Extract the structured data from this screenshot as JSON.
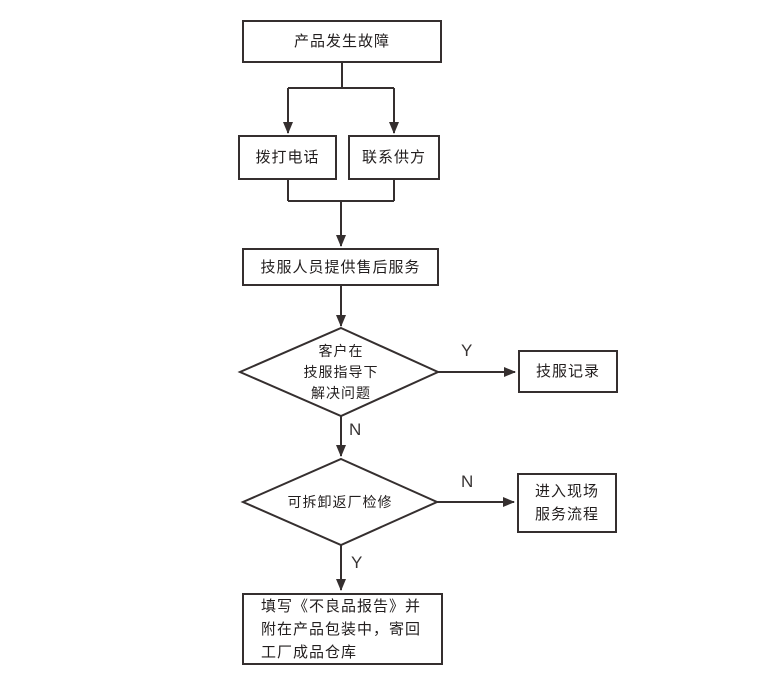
{
  "diagram": {
    "background_color": "#ffffff",
    "line_color": "#352f2f",
    "text_color": "#221e1e",
    "nodes": {
      "start": "产品发生故障",
      "call": "拨打电话",
      "contact": "联系供方",
      "service": "技服人员提供售后服务",
      "decision1": "客户在\n技服指导下\n解决问题",
      "record": "技服记录",
      "decision2": "可拆卸返厂检修",
      "onsite": "进入现场\n服务流程",
      "report": "填写《不良品报告》并\n附在产品包装中，寄回\n工厂成品仓库"
    },
    "labels": {
      "decision1_yes": "Y",
      "decision1_no": "N",
      "decision2_no": "N",
      "decision2_yes": "Y"
    }
  }
}
